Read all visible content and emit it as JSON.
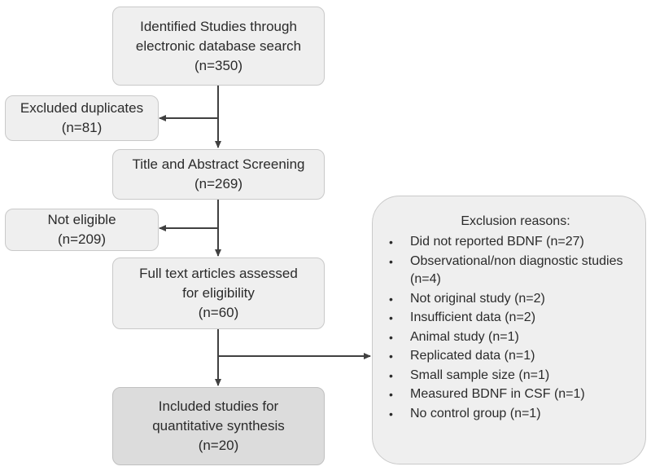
{
  "identified": {
    "line1": "Identified Studies through",
    "line2": "electronic database search",
    "count": "(n=350)"
  },
  "duplicates": {
    "label": "Excluded duplicates",
    "count": "(n=81)"
  },
  "screening": {
    "label": "Title and Abstract Screening",
    "count": "(n=269)"
  },
  "not_eligible": {
    "label": "Not eligible",
    "count": "(n=209)"
  },
  "full_text": {
    "line1": "Full text articles assessed",
    "line2": "for eligibility",
    "count": "(n=60)"
  },
  "included": {
    "line1": "Included studies for",
    "line2": "quantitative synthesis",
    "count": "(n=20)"
  },
  "exclusion": {
    "title": "Exclusion reasons:",
    "bullet": "•",
    "items": [
      "Did not reported BDNF (n=27)",
      "Observational/non diagnostic studies (n=4)",
      "Not original study (n=2)",
      "Insufficient data (n=2)",
      "Animal study (n=1)",
      "Replicated data (n=1)",
      "Small sample size (n=1)",
      "Measured BDNF in CSF (n=1)",
      "No control group (n=1)"
    ]
  },
  "colors": {
    "box_fill": "#efefef",
    "box_fill_final": "#dcdcdc",
    "box_border": "#c9c9c9",
    "arrow": "#404040"
  }
}
